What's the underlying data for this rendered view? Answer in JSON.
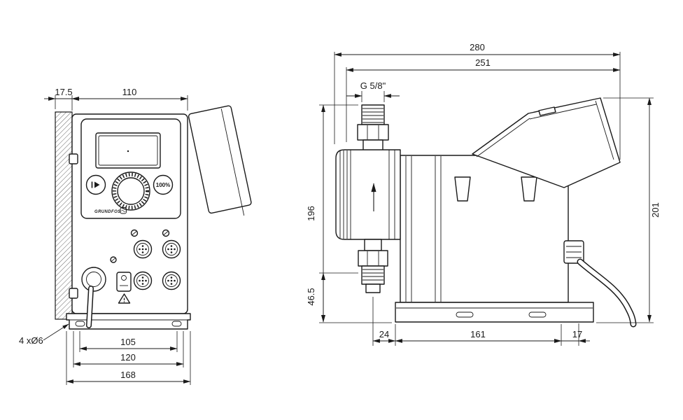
{
  "drawing": {
    "front_view": {
      "dims": {
        "plate_thickness": "17.5",
        "body_width": "110",
        "base_inner": "105",
        "base_mid": "120",
        "base_outer": "168"
      },
      "hole_note": "4 xØ6",
      "panel": {
        "capacity_button": "100%",
        "brand": "GRUNDFOS"
      }
    },
    "side_view": {
      "dims": {
        "overall_length": "280",
        "body_length": "251",
        "height_front": "196",
        "height_rear": "201",
        "valve_height": "46.5",
        "foot_front": "24",
        "base_length": "161",
        "foot_rear": "17"
      },
      "thread_label": "G 5/8\""
    }
  }
}
